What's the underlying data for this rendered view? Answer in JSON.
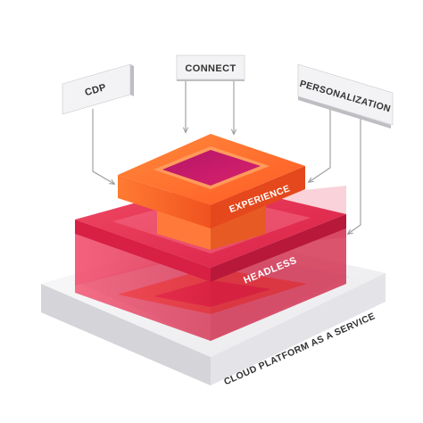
{
  "diagram": {
    "labels": {
      "cdp": "CDP",
      "connect": "CONNECT",
      "personalization": "PERSONALIZATION",
      "experience": "EXPERIENCE",
      "headless": "HEADLESS",
      "cloud": "CLOUD PLATFORM AS A SERVICE"
    },
    "colors": {
      "base_top": "#f1f1f3",
      "base_side": "#d7d7db",
      "base_front": "#e6e6ea",
      "headless": "#e8284a",
      "headless_dark": "#c81d3d",
      "experience": "#ff6a2c",
      "experience_dark": "#e84b1c",
      "core": "#c4196d",
      "tag_fill": "#f2f2f2",
      "tag_border": "#9a9a9a",
      "arrow": "#9a9a9a",
      "label_text": "#ffffff",
      "tag_text": "#333333"
    }
  }
}
